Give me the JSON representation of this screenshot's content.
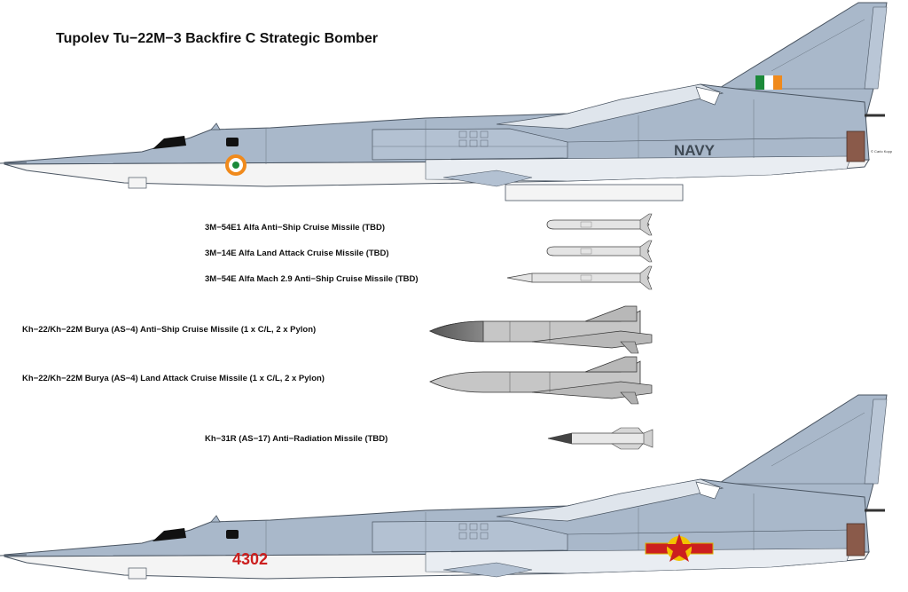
{
  "title": "Tupolev Tu−22M−3 Backfire C Strategic Bomber",
  "top_aircraft": {
    "tail_marking": "NAVY",
    "credit": "© Carlo Kopp"
  },
  "bottom_aircraft": {
    "serial": "4302"
  },
  "weapons": [
    {
      "label": "3M−54E1 Alfa  Anti−Ship Cruise Missile (TBD)"
    },
    {
      "label": "3M−14E Alfa Land Attack Cruise Missile  (TBD)"
    },
    {
      "label": "3M−54E Alfa  Mach 2.9 Anti−Ship Cruise Missile (TBD)"
    },
    {
      "label": "Kh−22/Kh−22M Burya (AS−4) Anti−Ship Cruise Missile (1 x  C/L, 2 x Pylon)"
    },
    {
      "label": "Kh−22/Kh−22M Burya (AS−4) Land Attack Cruise Missile (1 x C/L, 2 x Pylon)"
    },
    {
      "label": "Kh−31R (AS−17) Anti−Radiation Missile (TBD)"
    }
  ],
  "colors": {
    "airframe_grey": "#a9b8ca",
    "underside": "#f4f4f4",
    "missile_grey": "#c6c6c6",
    "nozzle_brown": "#8a5a4a",
    "serial_red": "#cc1f1f",
    "navy_text": "#3f4a55"
  }
}
